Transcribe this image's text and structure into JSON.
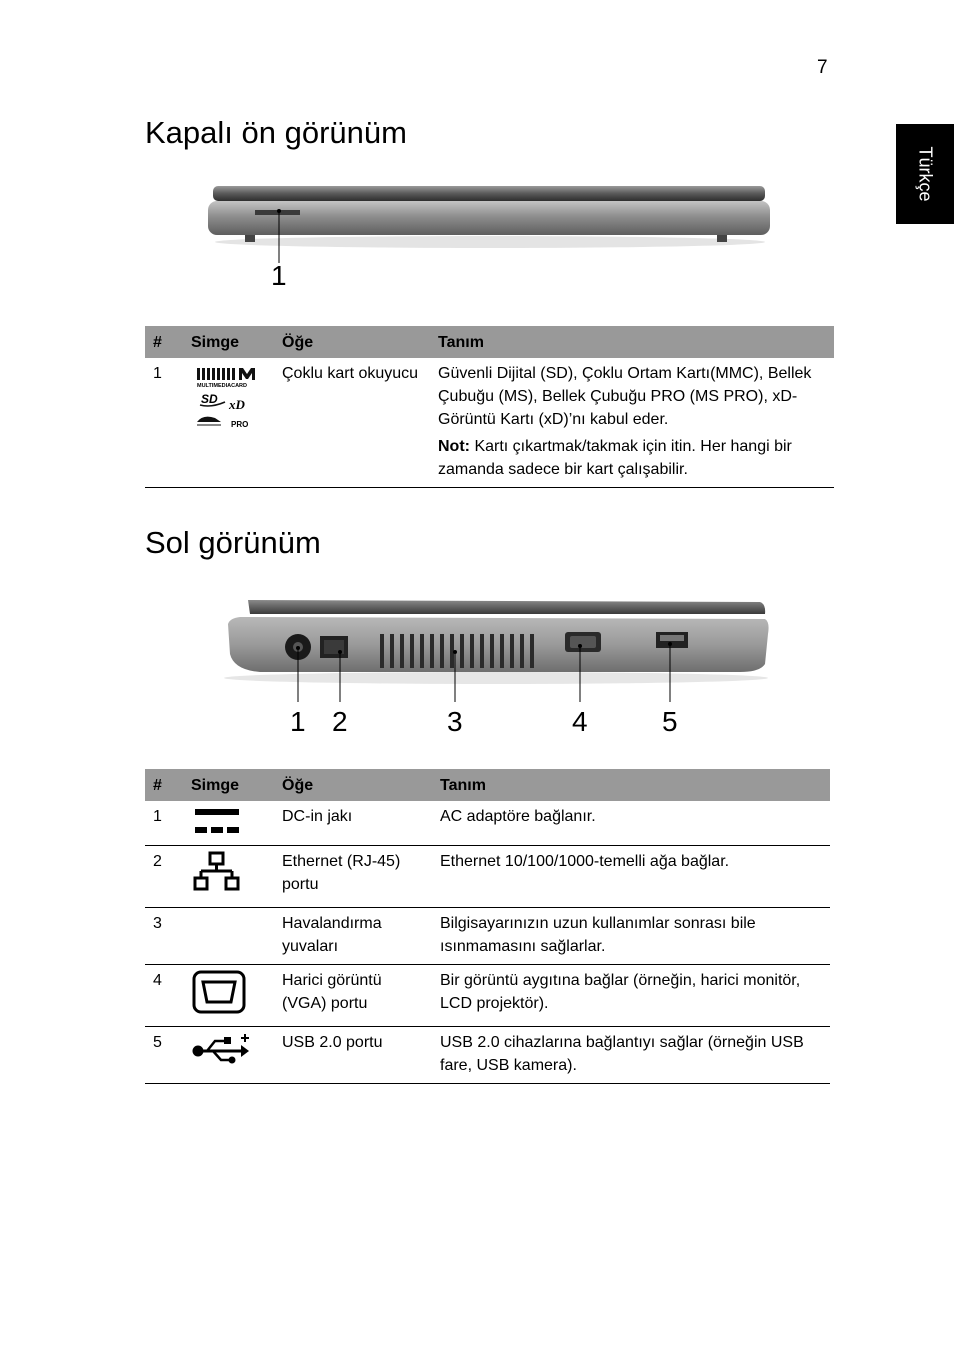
{
  "page_number": "7",
  "language_tab": "Türkçe",
  "front_view": {
    "title": "Kapalı ön görünüm",
    "callouts": [
      "1"
    ],
    "table": {
      "headers": [
        "#",
        "Simge",
        "Öğe",
        "Tanım"
      ],
      "rows": [
        {
          "num": "1",
          "icon": "memory-card-logos-icon",
          "item": "Çoklu kart okuyucu",
          "desc": "Güvenli Dijital (SD), Çoklu Ortam Kartı(MMC), Bellek Çubuğu (MS), Bellek Çubuğu PRO (MS PRO), xD-Görüntü Kartı (xD)’nı kabul eder.",
          "note_label": "Not:",
          "note": "Kartı çıkartmak/takmak için itin. Her hangi bir zamanda sadece bir kart çalışabilir.",
          "logo_text": {
            "mmc": "MULTIMEDIACARD",
            "sd": "SD",
            "xd": "xD",
            "pro": "PRO"
          }
        }
      ]
    }
  },
  "left_view": {
    "title": "Sol görünüm",
    "callouts": [
      "1",
      "2",
      "3",
      "4",
      "5"
    ],
    "table": {
      "headers": [
        "#",
        "Simge",
        "Öğe",
        "Tanım"
      ],
      "rows": [
        {
          "num": "1",
          "icon": "dc-in-icon",
          "item": "DC-in jakı",
          "desc": "AC adaptöre bağlanır."
        },
        {
          "num": "2",
          "icon": "ethernet-icon",
          "item": "Ethernet (RJ-45) portu",
          "desc": "Ethernet 10/100/1000-temelli ağa bağlar."
        },
        {
          "num": "3",
          "icon": "",
          "item": "Havalandırma yuvaları",
          "desc": "Bilgisayarınızın uzun kullanımlar sonrası bile ısınmamasını sağlarlar."
        },
        {
          "num": "4",
          "icon": "vga-icon",
          "item": "Harici görüntü (VGA) portu",
          "desc": "Bir görüntü aygıtına bağlar (örneğin, harici monitör, LCD projektör)."
        },
        {
          "num": "5",
          "icon": "usb-icon",
          "item": "USB 2.0 portu",
          "desc": "USB 2.0 cihazlarına bağlantıyı sağlar (örneğin USB fare, USB kamera)."
        }
      ]
    }
  }
}
